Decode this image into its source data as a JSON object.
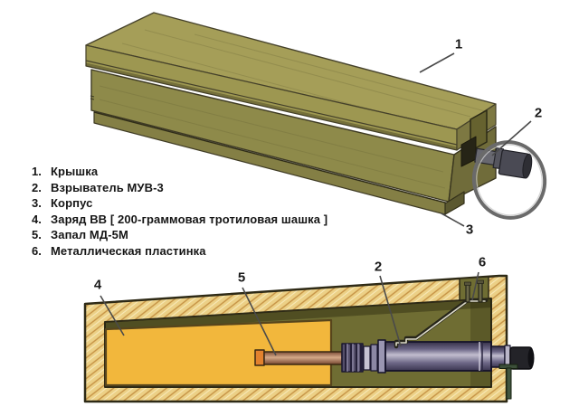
{
  "figure": {
    "description_note": "",
    "legend": {
      "items": [
        {
          "num": "1.",
          "label": "Крышка"
        },
        {
          "num": "2.",
          "label": "Взрыватель МУВ-3"
        },
        {
          "num": "3.",
          "label": "Корпус"
        },
        {
          "num": "4.",
          "label": "Заряд ВВ [ 200-граммовая тротиловая шашка ]"
        },
        {
          "num": "5.",
          "label": "Запал МД-5М"
        },
        {
          "num": "6.",
          "label": "Металлическая пластинка"
        }
      ]
    },
    "callouts": {
      "assembled_1": "1",
      "assembled_2": "2",
      "assembled_3": "3",
      "section_4": "4",
      "section_5": "5",
      "section_2": "2",
      "section_6": "6"
    },
    "colors": {
      "background": "#ffffff",
      "box_olive_top": "#a59e58",
      "box_olive_lid_front": "#9d9751",
      "box_olive_side": "#8e8a4a",
      "box_olive_end": "#706c3a",
      "wood_tan": "#ecd086",
      "wood_hatch": "#c59143",
      "interior_olive": "#6f6d33",
      "charge_yellow": "#f2b73c",
      "detonator_tip_orange": "#e2822e",
      "detonator_copper": "#a9765a",
      "fuze_steel_blue": "#6a6484",
      "fuze_cap_black": "#232328",
      "callout_text": "#1a1a1a"
    }
  }
}
